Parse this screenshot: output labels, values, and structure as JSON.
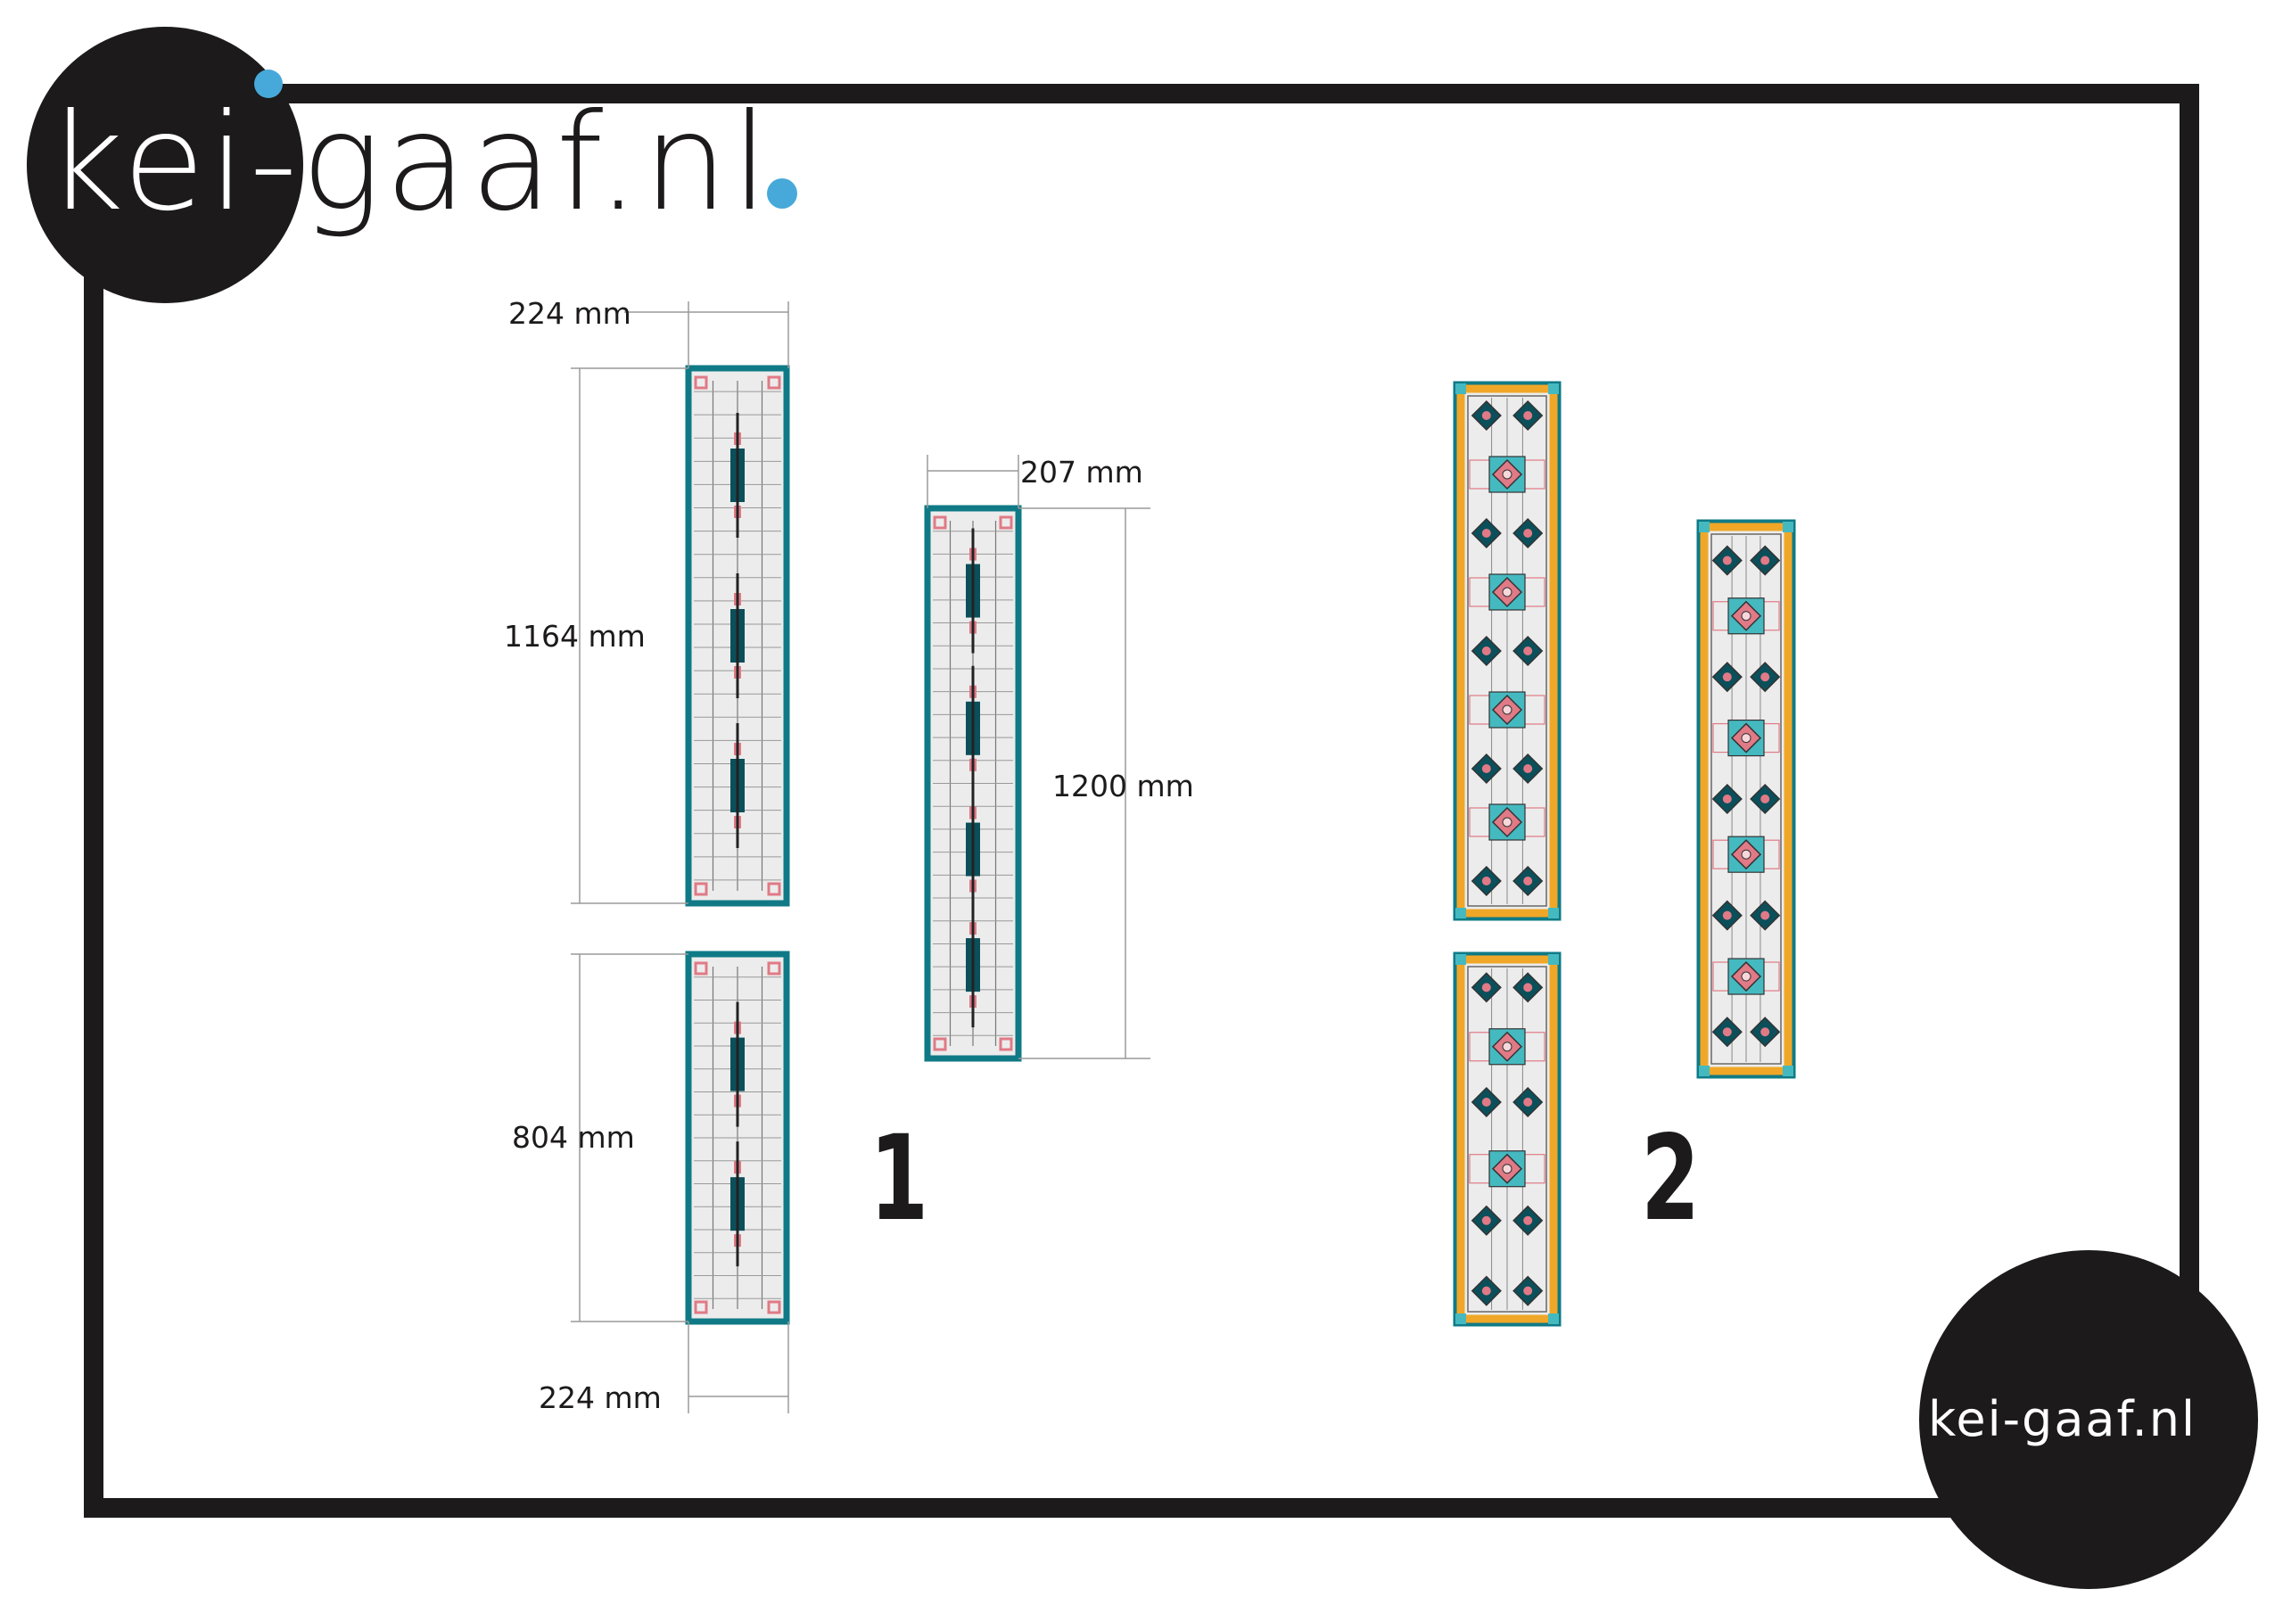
{
  "brand": {
    "logo_text": "kei-gaaf.nl",
    "dot_color": "#47a9d9",
    "ink_color": "#1c1a1a"
  },
  "set1": {
    "label": "1",
    "top_width": "224 mm",
    "top_height": "1164 mm",
    "bottom_height": "804 mm",
    "bottom_width": "224 mm",
    "right_width": "207 mm",
    "right_height": "1200 mm"
  },
  "set2": {
    "label": "2"
  },
  "colors": {
    "teal": "#0f7a86",
    "dark_teal": "#0b4f5a",
    "pink": "#e07a86",
    "amber": "#f0a728",
    "light_teal": "#45b9c0",
    "glass": "#ececec",
    "lead": "#555555"
  }
}
